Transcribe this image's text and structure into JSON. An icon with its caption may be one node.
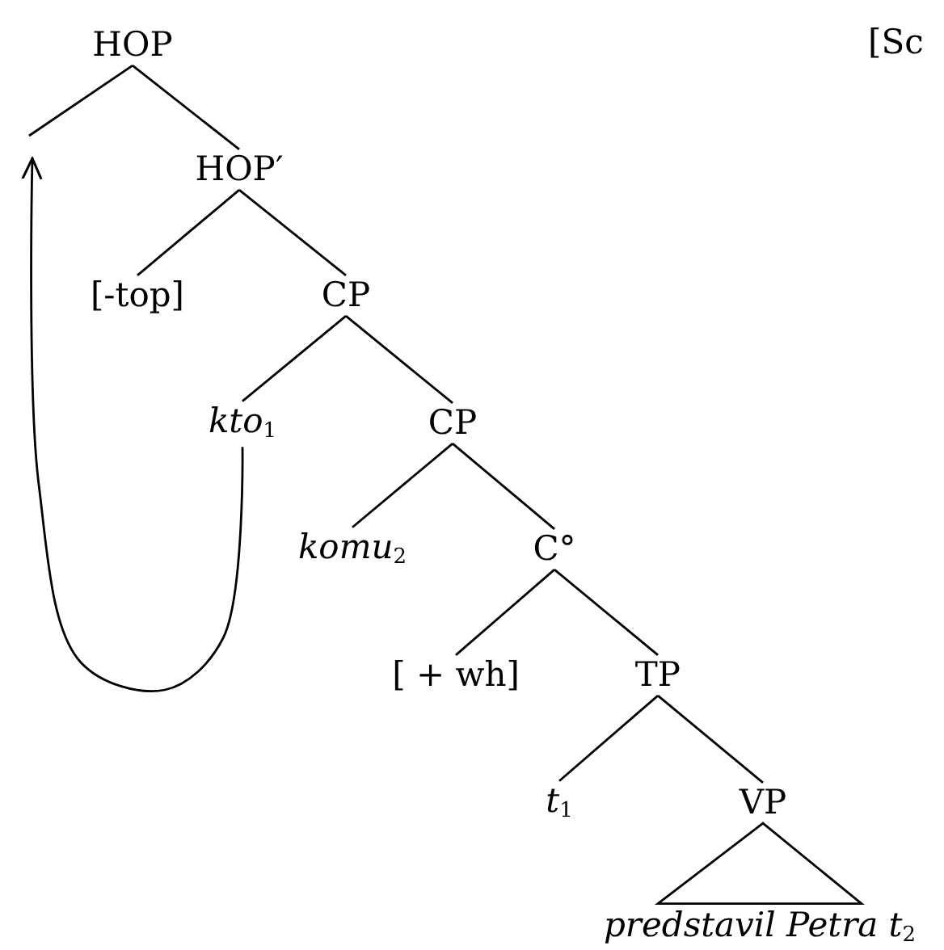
{
  "diagram": {
    "nodes": [
      {
        "text": [
          "HOP"
        ]
      },
      {
        "text": [
          "HOP′"
        ]
      },
      {
        "text": [
          "[-top]"
        ]
      },
      {
        "text": [
          "CP"
        ]
      },
      {
        "text": [
          "*kto*$_{1}$"
        ]
      },
      {
        "text": [
          "CP"
        ]
      },
      {
        "text": [
          "*komu*$_{2}$"
        ]
      },
      {
        "text": [
          "C°"
        ]
      },
      {
        "text": [
          "[ + wh]"
        ]
      },
      {
        "text": [
          "TP"
        ]
      },
      {
        "text": [
          "*t*$_{1}$"
        ]
      },
      {
        "text": [
          "VP"
        ]
      },
      {
        "text": [
          "*predstavil Petra t*$_{2}$"
        ]
      }
    ],
    "edges": [
      {
        "from": 0,
        "to": null,
        "arrow": "none"
      },
      {
        "from": 0,
        "to": 1,
        "arrow": "none"
      },
      {
        "from": 1,
        "to": 2,
        "arrow": "none"
      },
      {
        "from": 1,
        "to": 3,
        "arrow": "none"
      },
      {
        "from": 3,
        "to": 4,
        "arrow": "none"
      },
      {
        "from": 3,
        "to": 5,
        "arrow": "none"
      },
      {
        "from": 5,
        "to": 6,
        "arrow": "none"
      },
      {
        "from": 5,
        "to": 7,
        "arrow": "none"
      },
      {
        "from": 7,
        "to": 8,
        "arrow": "none"
      },
      {
        "from": 7,
        "to": 9,
        "arrow": "none"
      },
      {
        "from": 9,
        "to": 10,
        "arrow": "none"
      },
      {
        "from": 9,
        "to": 11,
        "arrow": "none"
      },
      {
        "from": 11,
        "to": 12,
        "arrow": "none"
      },
      {
        "from": 4,
        "to": null,
        "arrow": "to"
      }
    ],
    "labels": [
      "[Sc"
    ]
  }
}
